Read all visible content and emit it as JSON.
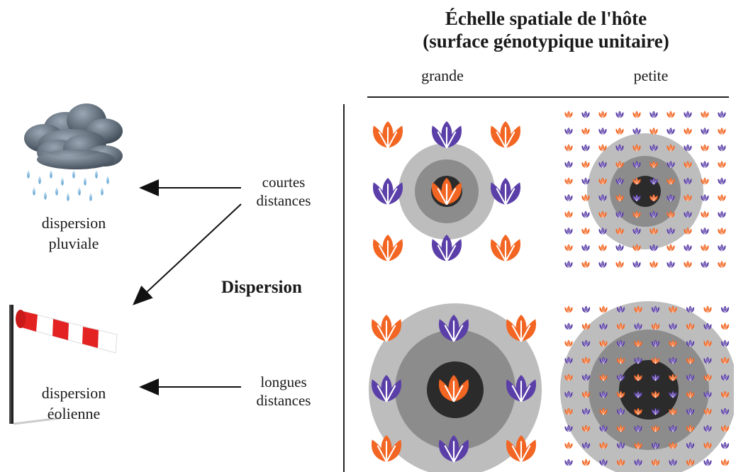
{
  "header": {
    "title_line1": "Échelle spatiale de l'hôte",
    "title_line2": "(surface génotypique unitaire)",
    "col_large": "grande",
    "col_small": "petite"
  },
  "row_axis_label": "Dispersion",
  "distances": {
    "short": [
      "courtes",
      "distances"
    ],
    "long": [
      "longues",
      "distances"
    ]
  },
  "mechanisms": {
    "rain": [
      "dispersion",
      "pluviale"
    ],
    "wind": [
      "dispersion",
      "éolienne"
    ]
  },
  "colors": {
    "orange": "#f26522",
    "purple": "#5b3fa8",
    "ring_light": "#bdbdbd",
    "ring_mid": "#8c8c8c",
    "ring_dark": "#2b2b2b"
  },
  "icons": {
    "rain": "rain-cloud-icon",
    "wind": "windsock-icon",
    "leaf": "leaf-icon"
  }
}
